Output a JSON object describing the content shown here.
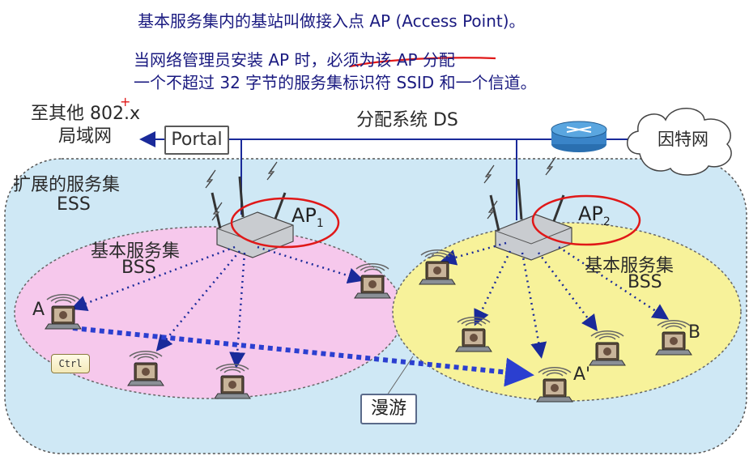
{
  "header": {
    "line1": "基本服务集内的基站叫做接入点 AP (Access Point)。",
    "line2": "当网络管理员安装 AP 时，必须为该 AP 分配",
    "line3": "一个不超过 32 字节的服务集标识符 SSID 和一个信道。"
  },
  "labels": {
    "other_lan_1": "至其他 802.x",
    "other_lan_2": "局域网",
    "portal": "Portal",
    "ds": "分配系统 DS",
    "internet": "因特网",
    "ess_1": "扩展的服务集",
    "ess_2": "ESS",
    "bss_left_1": "基本服务集",
    "bss_left_2": "BSS",
    "bss_right_1": "基本服务集",
    "bss_right_2": "BSS",
    "ap1_main": "AP",
    "ap1_sub": "1",
    "ap2_main": "AP",
    "ap2_sub": "2",
    "station_a": "A",
    "station_a_prime": "A'",
    "station_b": "B",
    "roaming": "漫游",
    "ctrl_key": "Ctrl"
  },
  "colors": {
    "ess_fill": "#cfe8f5",
    "bss_left_fill": "#f6c8ec",
    "bss_right_fill": "#f7f29a",
    "annotation_red": "#e01818",
    "link_blue": "#1a2a9a",
    "roam_blue": "#2b3fd0"
  }
}
